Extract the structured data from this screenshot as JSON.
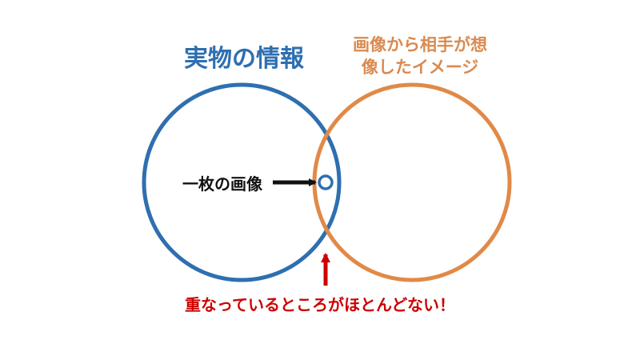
{
  "labels": {
    "real_info": "実物の情報",
    "imagined_line1": "画像から相手が想",
    "imagined_line2": "像したイメージ",
    "single_image": "一枚の画像",
    "conclusion": "重なっているところがほとんどない！"
  },
  "colors": {
    "blue": "#2e6fb0",
    "orange": "#e08a48",
    "black": "#111111",
    "red": "#cc0000"
  },
  "icons": {
    "black_arrow": "arrow-right-icon",
    "red_arrow": "arrow-up-icon"
  }
}
